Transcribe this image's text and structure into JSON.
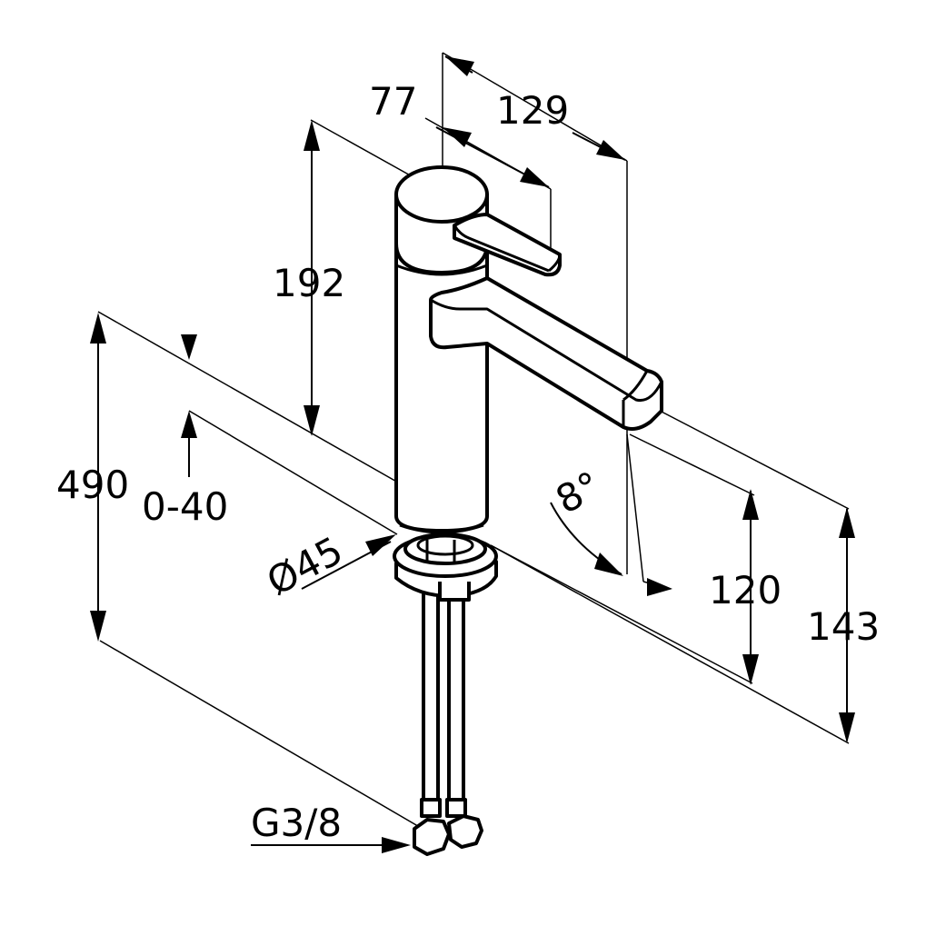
{
  "dimensions": {
    "height_total": "490",
    "deck_thickness": "0-40",
    "body_height": "192",
    "lever_offset": "77",
    "spout_reach": "129",
    "base_diameter": "Ø45",
    "spout_angle": "8°",
    "spout_height": "120",
    "spout_top_height": "143",
    "hose_connection": "G3/8"
  }
}
